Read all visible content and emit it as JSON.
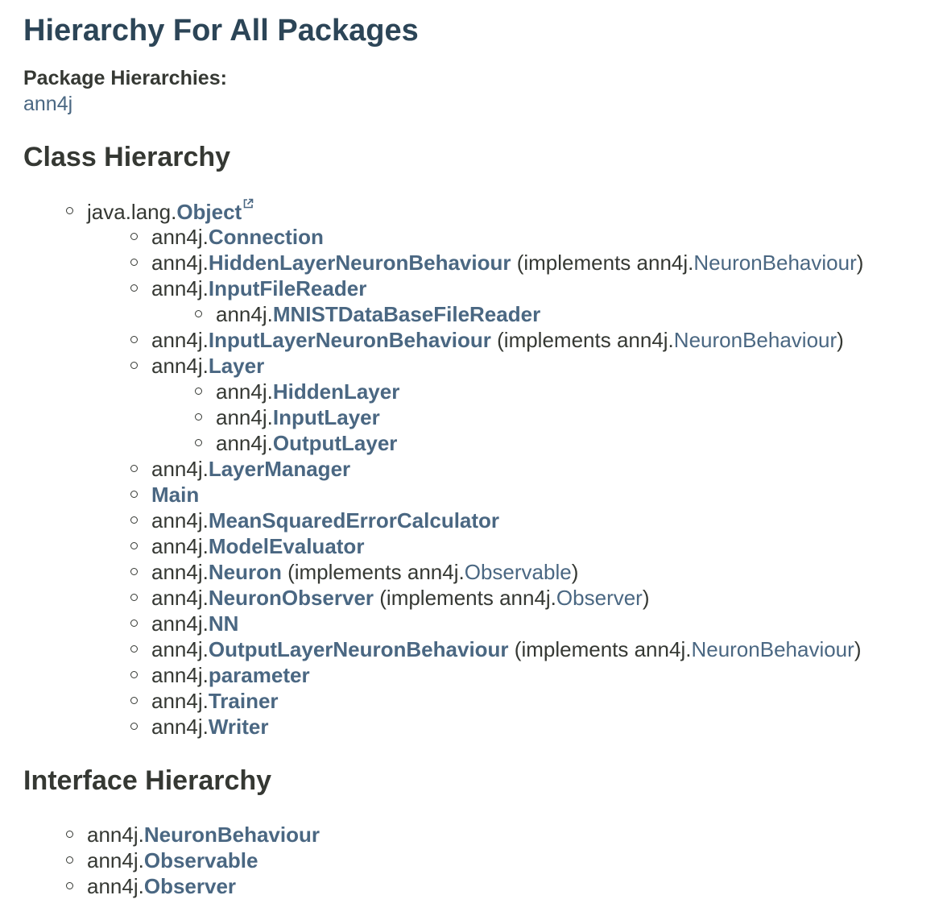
{
  "page": {
    "title": "Hierarchy For All Packages",
    "package_hierarchies_label": "Package Hierarchies:",
    "package_link": "ann4j"
  },
  "class_hierarchy": {
    "heading": "Class Hierarchy",
    "items": [
      {
        "prefix": "java.lang.",
        "name": "Object",
        "external": true
      },
      {
        "prefix": "ann4j.",
        "name": "Connection"
      },
      {
        "prefix": "ann4j.",
        "name": "HiddenLayerNeuronBehaviour",
        "impl_open": " (implements ann4j.",
        "impl_name": "NeuronBehaviour",
        "impl_close": ")"
      },
      {
        "prefix": "ann4j.",
        "name": "InputFileReader"
      },
      {
        "prefix": "ann4j.",
        "name": "MNISTDataBaseFileReader"
      },
      {
        "prefix": "ann4j.",
        "name": "InputLayerNeuronBehaviour",
        "impl_open": " (implements ann4j.",
        "impl_name": "NeuronBehaviour",
        "impl_close": ")"
      },
      {
        "prefix": "ann4j.",
        "name": "Layer"
      },
      {
        "prefix": "ann4j.",
        "name": "HiddenLayer"
      },
      {
        "prefix": "ann4j.",
        "name": "InputLayer"
      },
      {
        "prefix": "ann4j.",
        "name": "OutputLayer"
      },
      {
        "prefix": "ann4j.",
        "name": "LayerManager"
      },
      {
        "prefix": "",
        "name": "Main"
      },
      {
        "prefix": "ann4j.",
        "name": "MeanSquaredErrorCalculator"
      },
      {
        "prefix": "ann4j.",
        "name": "ModelEvaluator"
      },
      {
        "prefix": "ann4j.",
        "name": "Neuron",
        "impl_open": " (implements ann4j.",
        "impl_name": "Observable",
        "impl_close": ")"
      },
      {
        "prefix": "ann4j.",
        "name": "NeuronObserver",
        "impl_open": " (implements ann4j.",
        "impl_name": "Observer",
        "impl_close": ")"
      },
      {
        "prefix": "ann4j.",
        "name": "NN"
      },
      {
        "prefix": "ann4j.",
        "name": "OutputLayerNeuronBehaviour",
        "impl_open": " (implements ann4j.",
        "impl_name": "NeuronBehaviour",
        "impl_close": ")"
      },
      {
        "prefix": "ann4j.",
        "name": "parameter"
      },
      {
        "prefix": "ann4j.",
        "name": "Trainer"
      },
      {
        "prefix": "ann4j.",
        "name": "Writer"
      }
    ]
  },
  "interface_hierarchy": {
    "heading": "Interface Hierarchy",
    "items": [
      {
        "prefix": "ann4j.",
        "name": "NeuronBehaviour"
      },
      {
        "prefix": "ann4j.",
        "name": "Observable"
      },
      {
        "prefix": "ann4j.",
        "name": "Observer"
      }
    ]
  },
  "icons": {
    "external_link": "external-link-icon",
    "bullet": "hollow-circle-bullet"
  },
  "colors": {
    "link": "#4a6782",
    "title": "#2c4557",
    "text": "#353833"
  }
}
